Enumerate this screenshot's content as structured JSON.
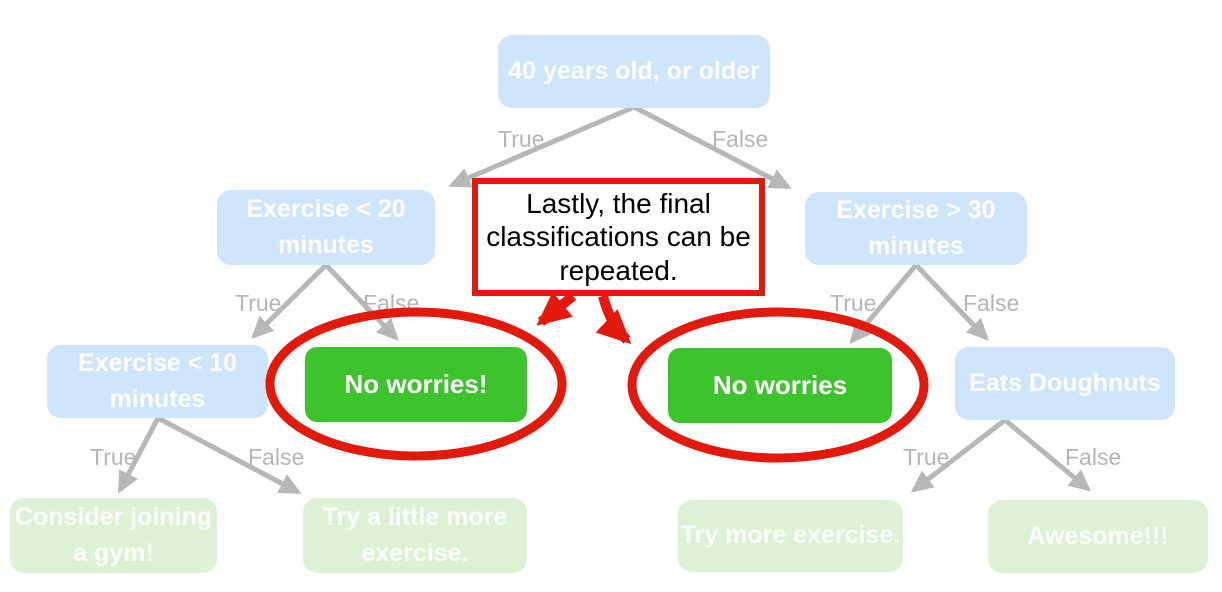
{
  "diagram_type": "decision-tree",
  "callout": {
    "text": "Lastly, the final classifications can be repeated."
  },
  "tree": {
    "nodes": {
      "root": "40 years old, or older",
      "exercise_lt_20": "Exercise < 20 minutes",
      "exercise_gt_30": "Exercise > 30 minutes",
      "exercise_lt_10": "Exercise < 10 minutes",
      "no_worries_left": "No worries!",
      "no_worries_right": "No worries",
      "eats_doughnuts": "Eats Doughnuts",
      "consider_gym": "Consider joining a gym!",
      "try_little_more": "Try a little more exercise.",
      "try_more": "Try more exercise.",
      "awesome": "Awesome!!!"
    },
    "branches": {
      "root": {
        "true_label": "True",
        "false_label": "False"
      },
      "exercise_lt_20": {
        "true_label": "True",
        "false_label": "False"
      },
      "exercise_gt_30": {
        "true_label": "True",
        "false_label": "False"
      },
      "exercise_lt_10": {
        "true_label": "True",
        "false_label": "False"
      },
      "eats_doughnuts": {
        "true_label": "True",
        "false_label": "False"
      }
    },
    "edges": [
      {
        "from": "root",
        "to": "exercise_lt_20",
        "label": "True"
      },
      {
        "from": "root",
        "to": "exercise_gt_30",
        "label": "False"
      },
      {
        "from": "exercise_lt_20",
        "to": "exercise_lt_10",
        "label": "True"
      },
      {
        "from": "exercise_lt_20",
        "to": "no_worries_left",
        "label": "False"
      },
      {
        "from": "exercise_gt_30",
        "to": "no_worries_right",
        "label": "True"
      },
      {
        "from": "exercise_gt_30",
        "to": "eats_doughnuts",
        "label": "False"
      },
      {
        "from": "exercise_lt_10",
        "to": "consider_gym",
        "label": "True"
      },
      {
        "from": "exercise_lt_10",
        "to": "try_little_more",
        "label": "False"
      },
      {
        "from": "eats_doughnuts",
        "to": "try_more",
        "label": "True"
      },
      {
        "from": "eats_doughnuts",
        "to": "awesome",
        "label": "False"
      }
    ]
  },
  "annotations": {
    "circled_nodes": [
      "no_worries_left",
      "no_worries_right"
    ],
    "arrows_from_callout": 2
  },
  "colors": {
    "decision_node_blue": "#cfe5fb",
    "highlight_green": "#3dc32c",
    "leaf_green_faded": "#ddf1d5",
    "edge_gray": "#b7b7b7",
    "annotation_red": "#e2190b",
    "node_text": "#ffffff",
    "callout_text": "#000000"
  }
}
